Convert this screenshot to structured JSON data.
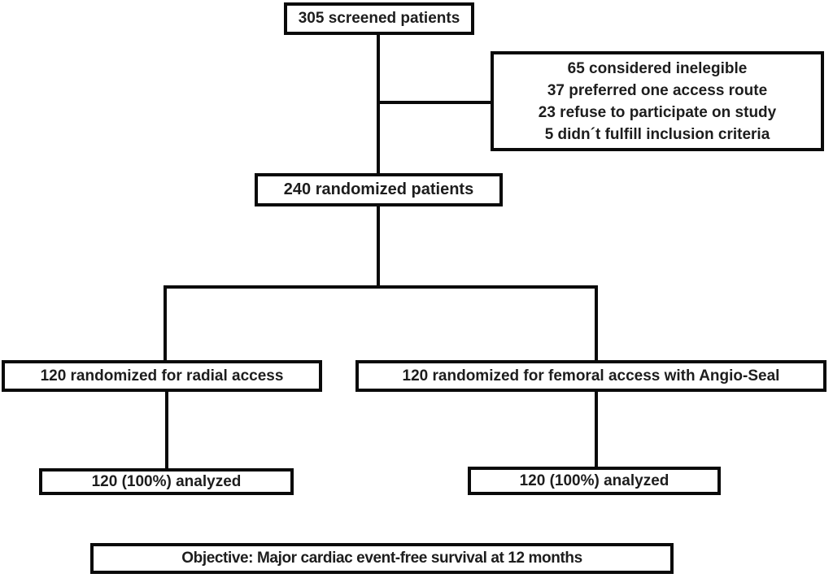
{
  "colors": {
    "line": "#0a0a0a",
    "text": "#1d1d1d",
    "box_fill": "#ffffff",
    "page_background": "#ffffff"
  },
  "flowchart": {
    "screened": "305 screened patients",
    "excluded": {
      "lines": [
        "65 considered inelegible",
        "37 preferred one access route",
        "23 refuse to participate on study",
        "5 didn´t fulfill inclusion criteria"
      ]
    },
    "randomized": "240 randomized patients",
    "radial_arm": "120 randomized for radial access",
    "femoral_arm": "120 randomized for femoral access with Angio-Seal",
    "radial_analyzed": "120 (100%) analyzed",
    "femoral_analyzed": "120 (100%) analyzed",
    "objective": "Objective: Major cardiac event-free survival at 12 months"
  }
}
